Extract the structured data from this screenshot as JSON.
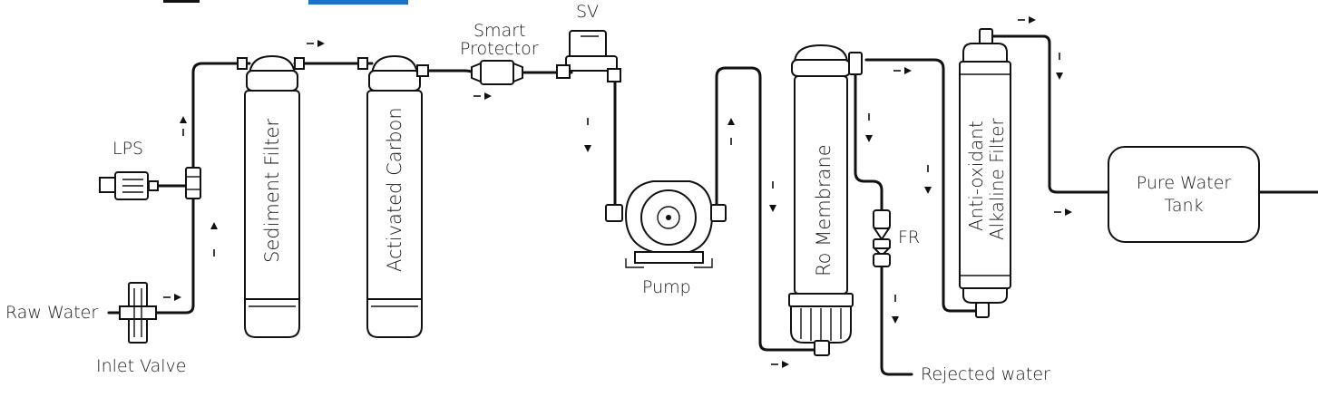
{
  "labels": {
    "raw_water": "Raw Water",
    "inlet_valve": "Inlet Valve",
    "lps": "LPS",
    "sediment_filter": "Sediment Filter",
    "activated_carbon": "Activated  Carbon",
    "smart_protector_line1": "Smart",
    "smart_protector_line2": "Protector",
    "sv": "SV",
    "pump": "Pump",
    "ro_membrane": "Ro Membrane",
    "fr": "FR",
    "rejected_water": "Rejected water",
    "post_filter_line1": "Anti-oxidant",
    "post_filter_line2": "Alkaline Filter",
    "tank_line1": "Pure Water",
    "tank_line2": "Tank"
  },
  "colors": {
    "line": "#111111",
    "header_accent": "#1a73c8"
  }
}
